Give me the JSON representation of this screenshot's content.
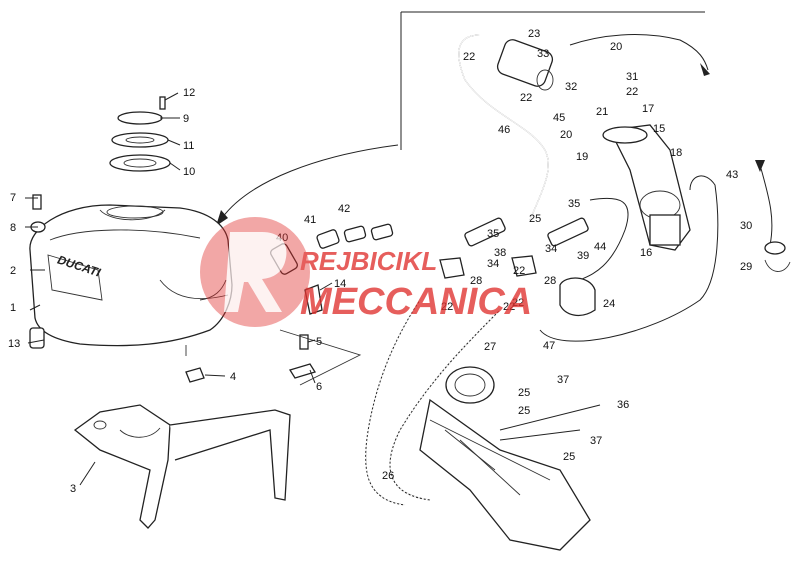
{
  "tank_label": "DUCATI",
  "watermark": {
    "line1": "REJBICIKL",
    "line2": "MECCANICA",
    "color": "#e0322f"
  },
  "callouts": [
    "1",
    "2",
    "3",
    "4",
    "5",
    "6",
    "7",
    "8",
    "9",
    "10",
    "11",
    "12",
    "13",
    "14",
    "15",
    "16",
    "17",
    "18",
    "19",
    "20",
    "20",
    "21",
    "22",
    "22",
    "22",
    "22",
    "22",
    "22",
    "22",
    "23",
    "24",
    "25",
    "25",
    "25",
    "25",
    "26",
    "27",
    "28",
    "28",
    "29",
    "30",
    "31",
    "32",
    "33",
    "34",
    "34",
    "35",
    "35",
    "36",
    "37",
    "37",
    "38",
    "39",
    "40",
    "41",
    "42",
    "43",
    "44",
    "45",
    "46",
    "47"
  ]
}
